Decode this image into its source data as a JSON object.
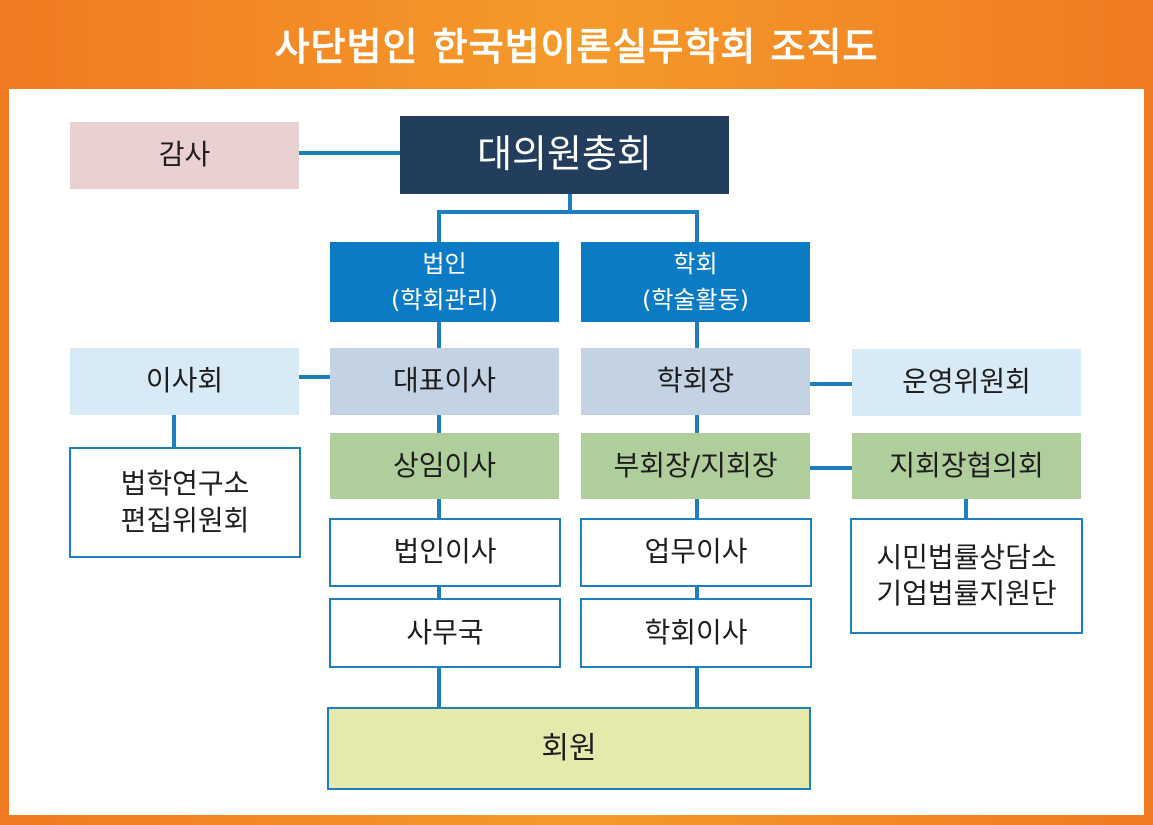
{
  "title": "사단법인 한국법이론실무학회 조직도",
  "nodes": {
    "audit": "감사",
    "general_assembly": "대의원총회",
    "corporation": [
      "법인",
      "(학회관리)"
    ],
    "society": [
      "학회",
      "(학술활동)"
    ],
    "board": "이사회",
    "representative_director": "대표이사",
    "society_president": "학회장",
    "operating_committee": "운영위원회",
    "research_institute": [
      "법학연구소",
      "편집위원회"
    ],
    "standing_director": "상임이사",
    "vice_president": "부회장/지회장",
    "branch_council": "지회장협의회",
    "corporate_director": "법인이사",
    "business_director": "업무이사",
    "legal_centers": [
      "시민법률상담소",
      "기업법률지원단"
    ],
    "secretariat": "사무국",
    "society_director": "학회이사",
    "members": "회원"
  },
  "colors": {
    "frame": "#f07a22",
    "navy": "#233d5c",
    "blue": "#0c7bc6",
    "connector": "#1e7fbf",
    "pink": "#e9d0d1",
    "light_blue": "#d9eaf7",
    "grey_blue": "#c3d3e3",
    "green": "#b0cd9c",
    "yellow": "#e6e9ac"
  }
}
